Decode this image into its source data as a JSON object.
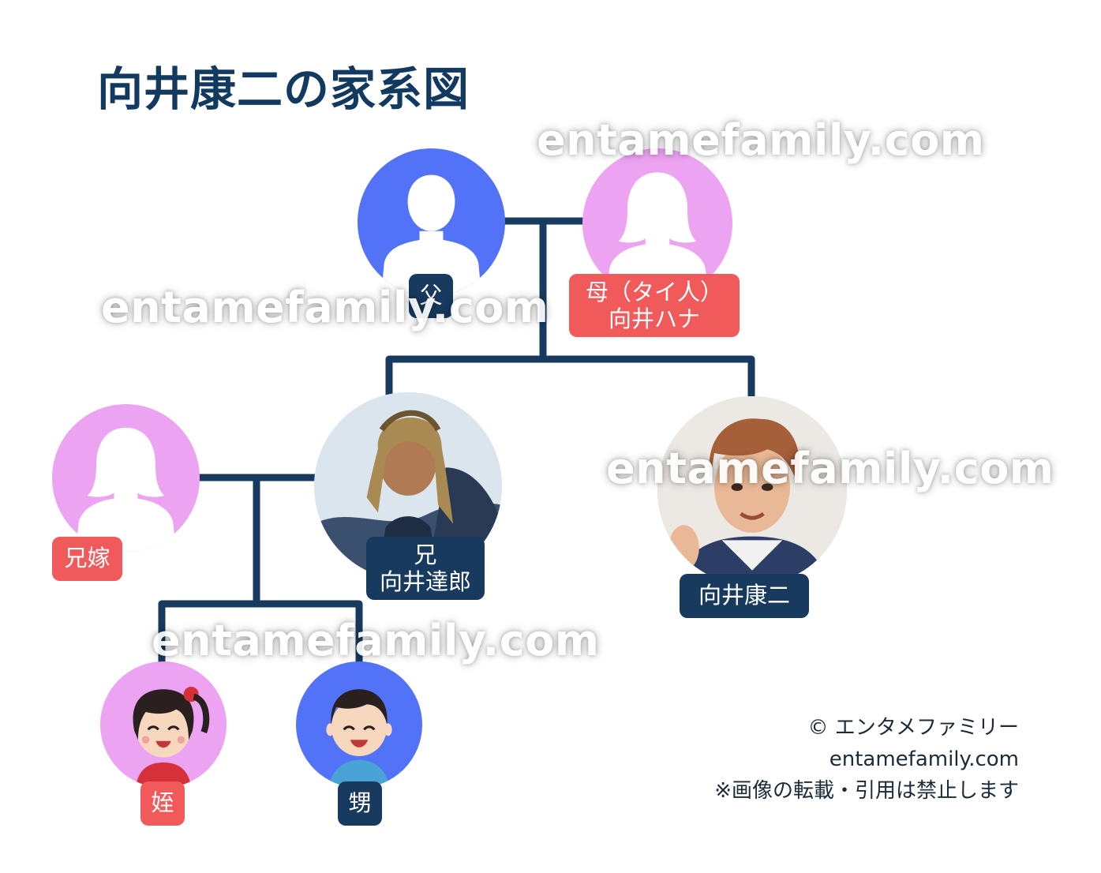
{
  "title": "向井康二の家系図",
  "watermark": "entamefamily.com",
  "colors": {
    "navy": "#173a5e",
    "male": "#5273f7",
    "female": "#eca3f1",
    "label_red": "#f05a5a",
    "line": "#173a5e"
  },
  "people": {
    "father": {
      "label": "父",
      "icon": "male-silhouette-icon"
    },
    "mother": {
      "label_line1": "母（タイ人）",
      "label_line2": "向井ハナ",
      "icon": "female-silhouette-icon"
    },
    "sister_in_law": {
      "label": "兄嫁",
      "icon": "female-silhouette-icon"
    },
    "brother": {
      "label_line1": "兄",
      "label_line2": "向井達郎",
      "icon": "brother-photo"
    },
    "koji": {
      "label": "向井康二",
      "icon": "koji-photo"
    },
    "niece": {
      "label": "姪",
      "icon": "girl-illustration-icon"
    },
    "nephew": {
      "label": "甥",
      "icon": "boy-illustration-icon"
    }
  },
  "credit": {
    "line1": "© エンタメファミリー",
    "line2": "entamefamily.com",
    "line3": "※画像の転載・引用は禁止します"
  }
}
